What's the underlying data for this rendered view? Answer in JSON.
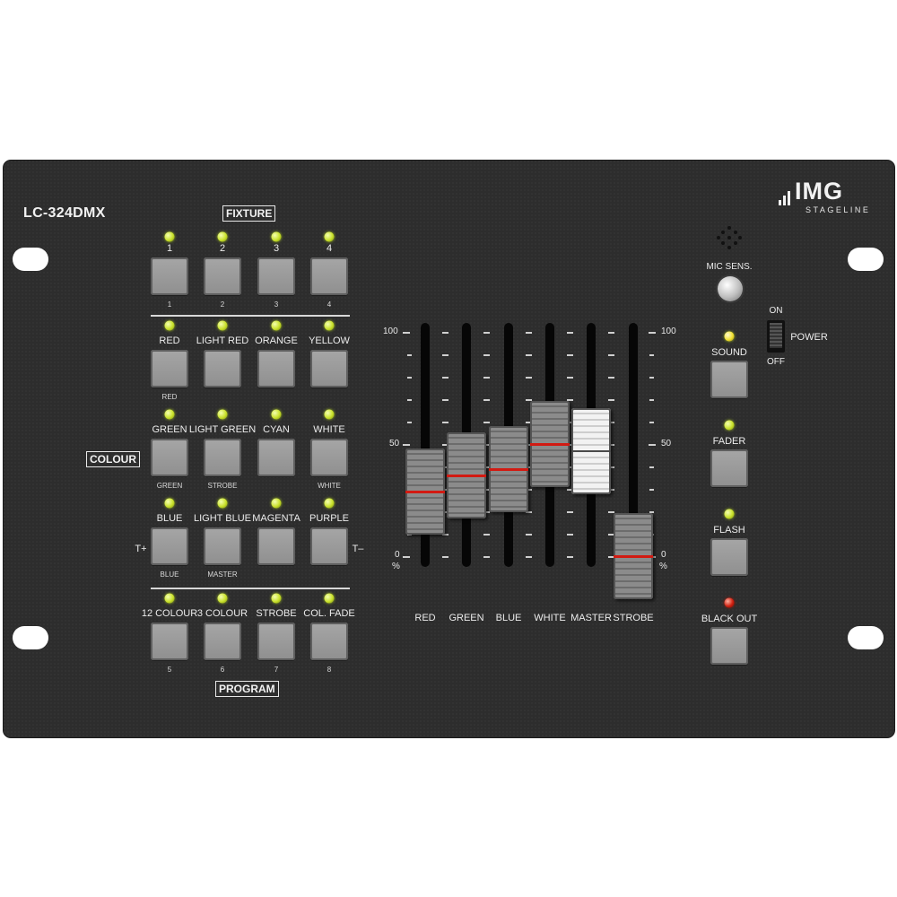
{
  "device": {
    "model": "LC-324DMX",
    "brand": {
      "name": "IMG",
      "subtitle": "STAGELINE"
    }
  },
  "sections": {
    "fixture": "FIXTURE",
    "colour": "COLOUR",
    "program": "PROGRAM"
  },
  "fixture_buttons": [
    {
      "label": "1",
      "sub": "1"
    },
    {
      "label": "2",
      "sub": "2"
    },
    {
      "label": "3",
      "sub": "3"
    },
    {
      "label": "4",
      "sub": "4"
    }
  ],
  "colour_rows": [
    [
      {
        "label": "RED",
        "sub": "RED"
      },
      {
        "label": "LIGHT RED",
        "sub": ""
      },
      {
        "label": "ORANGE",
        "sub": ""
      },
      {
        "label": "YELLOW",
        "sub": ""
      }
    ],
    [
      {
        "label": "GREEN",
        "sub": "GREEN"
      },
      {
        "label": "LIGHT GREEN",
        "sub": "STROBE"
      },
      {
        "label": "CYAN",
        "sub": ""
      },
      {
        "label": "WHITE",
        "sub": "WHITE"
      }
    ],
    [
      {
        "label": "BLUE",
        "sub": "BLUE"
      },
      {
        "label": "LIGHT BLUE",
        "sub": "MASTER"
      },
      {
        "label": "MAGENTA",
        "sub": ""
      },
      {
        "label": "PURPLE",
        "sub": ""
      }
    ]
  ],
  "tempo": {
    "plus": "T+",
    "minus": "T–"
  },
  "program_buttons": [
    {
      "label": "12 COLOUR",
      "sub": "5"
    },
    {
      "label": "3 COLOUR",
      "sub": "6"
    },
    {
      "label": "STROBE",
      "sub": "7"
    },
    {
      "label": "COL. FADE",
      "sub": "8"
    }
  ],
  "fader_scale": {
    "top": "100",
    "mid": "50",
    "bottom": "0",
    "unit": "%"
  },
  "faders": [
    {
      "name": "RED",
      "value": 29
    },
    {
      "name": "GREEN",
      "value": 36
    },
    {
      "name": "BLUE",
      "value": 39
    },
    {
      "name": "WHITE",
      "value": 50
    },
    {
      "name": "MASTER",
      "value": 47
    },
    {
      "name": "STROBE",
      "value": 0
    }
  ],
  "controls": {
    "mic_sens": "MIC SENS.",
    "power": {
      "label": "POWER",
      "on": "ON",
      "off": "OFF"
    },
    "function_buttons": [
      {
        "label": "SOUND",
        "led": "yellow"
      },
      {
        "label": "FADER",
        "led": "green"
      },
      {
        "label": "FLASH",
        "led": "green"
      },
      {
        "label": "BLACK OUT",
        "led": "red"
      }
    ]
  },
  "colors": {
    "panel": "#2d2d2d",
    "button": "#9b9b9b",
    "led_green": "#c8e02a",
    "led_red": "#d02010",
    "fader_mark": "#d21a12"
  }
}
